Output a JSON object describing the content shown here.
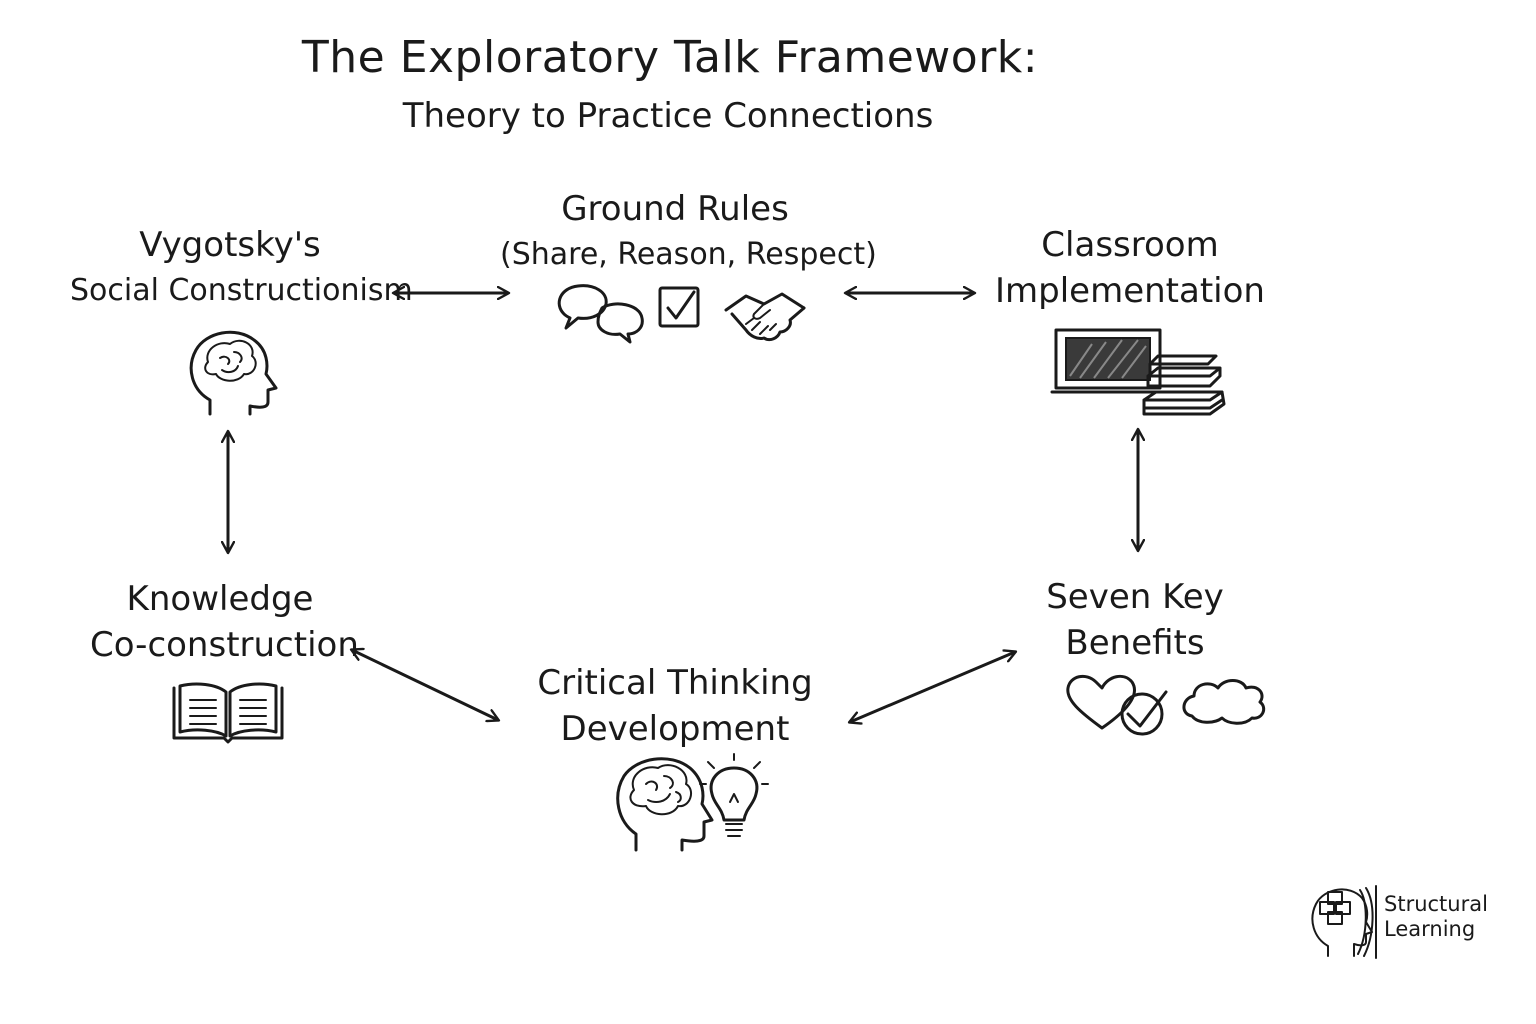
{
  "title": "The Exploratory Talk Framework:",
  "subtitle": "Theory to Practice Connections",
  "nodes": {
    "vygotsky": {
      "line1": "Vygotsky's",
      "line2": "Social Constructionism",
      "icon": "brain-head-icon"
    },
    "ground_rules": {
      "line1": "Ground Rules",
      "line2": "(Share, Reason, Respect)",
      "icons": [
        "speech-bubbles-icon",
        "checkbox-icon",
        "handshake-icon"
      ]
    },
    "classroom": {
      "line1": "Classroom",
      "line2": "Implementation",
      "icon": "chalkboard-books-icon"
    },
    "knowledge": {
      "line1": "Knowledge",
      "line2": "Co-construction",
      "icon": "open-book-icon"
    },
    "critical": {
      "line1": "Critical Thinking",
      "line2": "Development",
      "icons": [
        "brain-head-icon",
        "lightbulb-icon"
      ]
    },
    "benefits": {
      "line1": "Seven Key",
      "line2": "Benefits",
      "icons": [
        "heart-icon",
        "check-circle-icon",
        "cloud-icon"
      ]
    }
  },
  "connections": [
    [
      "vygotsky",
      "ground_rules"
    ],
    [
      "ground_rules",
      "classroom"
    ],
    [
      "vygotsky",
      "knowledge"
    ],
    [
      "classroom",
      "benefits"
    ],
    [
      "knowledge",
      "critical"
    ],
    [
      "critical",
      "benefits"
    ]
  ],
  "logo": {
    "line1": "Structural",
    "line2": "Learning"
  }
}
